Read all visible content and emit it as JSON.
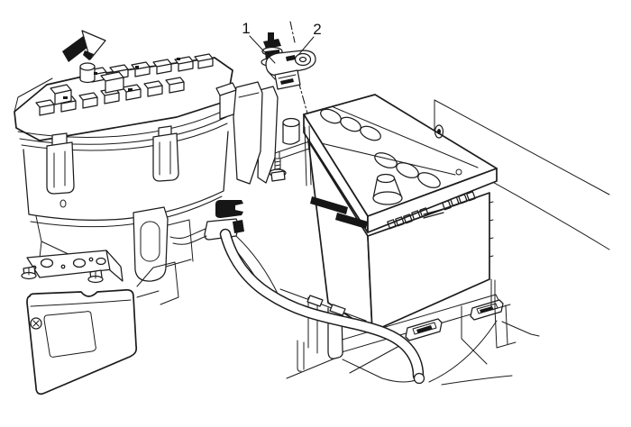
{
  "figure": {
    "background_color": "#ffffff",
    "line_color": "#1c1c1c",
    "accent_black": "#161616"
  },
  "callouts": [
    {
      "label": "1"
    },
    {
      "label": "2"
    }
  ],
  "icons": [
    {
      "name": "front-direction-arrow-icon"
    }
  ],
  "parts": [
    "underhood-fuse-block",
    "battery-current-sensor",
    "battery",
    "battery-tray",
    "brake-modulator-assembly",
    "cable-harness",
    "body-panel-with-grommet"
  ]
}
